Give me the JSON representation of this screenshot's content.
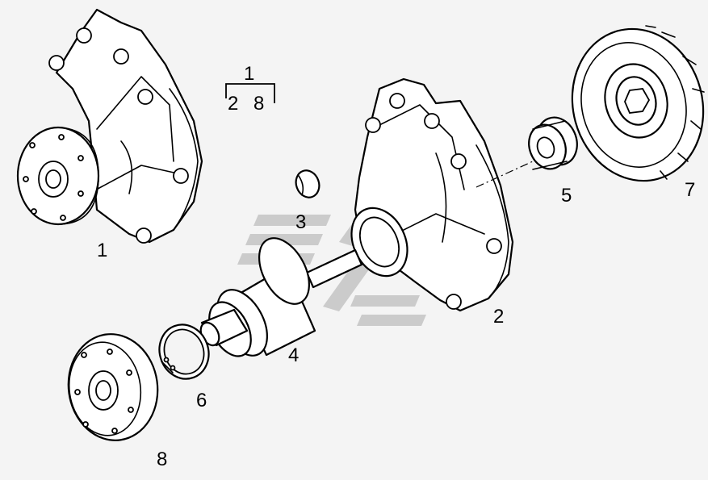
{
  "diagram": {
    "assembly_key": {
      "parent": "1",
      "children": [
        "2",
        "8"
      ]
    },
    "callouts": [
      {
        "id": "callout-1",
        "text": "1"
      },
      {
        "id": "callout-2",
        "text": "2"
      },
      {
        "id": "callout-3",
        "text": "3"
      },
      {
        "id": "callout-4",
        "text": "4"
      },
      {
        "id": "callout-5",
        "text": "5"
      },
      {
        "id": "callout-6",
        "text": "6"
      },
      {
        "id": "callout-7",
        "text": "7"
      },
      {
        "id": "callout-8",
        "text": "8"
      }
    ]
  }
}
